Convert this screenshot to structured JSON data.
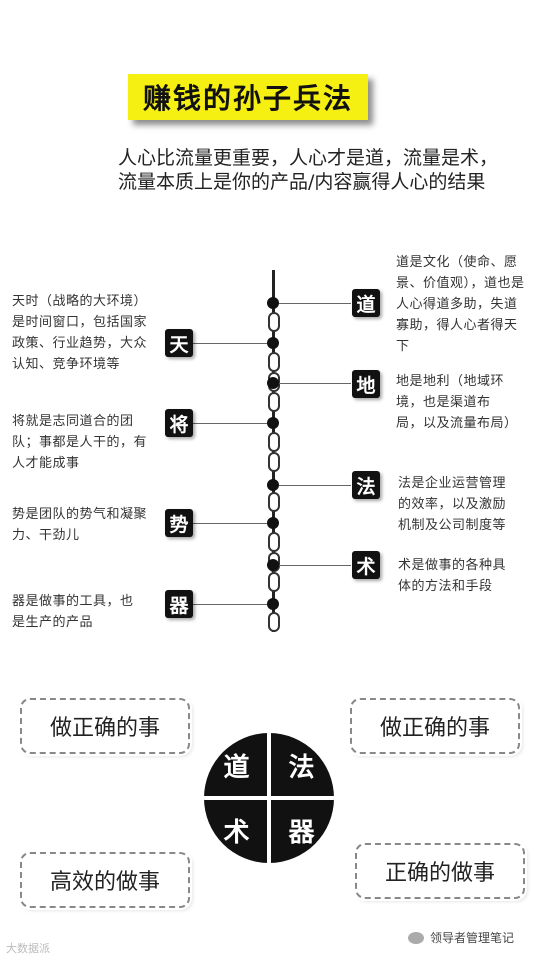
{
  "title": "赚钱的孙子兵法",
  "subtitle": {
    "line1": "人心比流量更重要，人心才是道，流量是术，",
    "line2": "流量本质上是你的产品/内容赢得人心的结果"
  },
  "right_items": [
    {
      "seal": "道",
      "text": "道是文化（使命、愿景、价值观），道也是人心得道多助，失道寡助，得人心者得天下"
    },
    {
      "seal": "地",
      "text": "地是地利（地域环境，也是渠道布局，以及流量布局）"
    },
    {
      "seal": "法",
      "text": "法是企业运营管理的效率，以及激励机制及公司制度等"
    },
    {
      "seal": "术",
      "text": "术是做事的各种具体的方法和手段"
    }
  ],
  "left_items": [
    {
      "seal": "天",
      "text": "天时（战略的大环境）是时间窗口，包括国家政策、行业趋势，大众认知、竞争环境等"
    },
    {
      "seal": "将",
      "text": "将就是志同道合的团队；事都是人干的，有人才能成事"
    },
    {
      "seal": "势",
      "text": "势是团队的势气和凝聚力、干劲儿"
    },
    {
      "seal": "器",
      "text": "器是做事的工具，也是生产的产品"
    }
  ],
  "quadrant": {
    "top_left_box": "做正确的事",
    "top_right_box": "做正确的事",
    "bottom_left_box": "高效的做事",
    "bottom_right_box": "正确的做事",
    "circle": {
      "tl": "道",
      "tr": "法",
      "bl": "术",
      "br": "器"
    }
  },
  "watermark_left": "大数据派",
  "watermark_right": "领导者管理笔记"
}
